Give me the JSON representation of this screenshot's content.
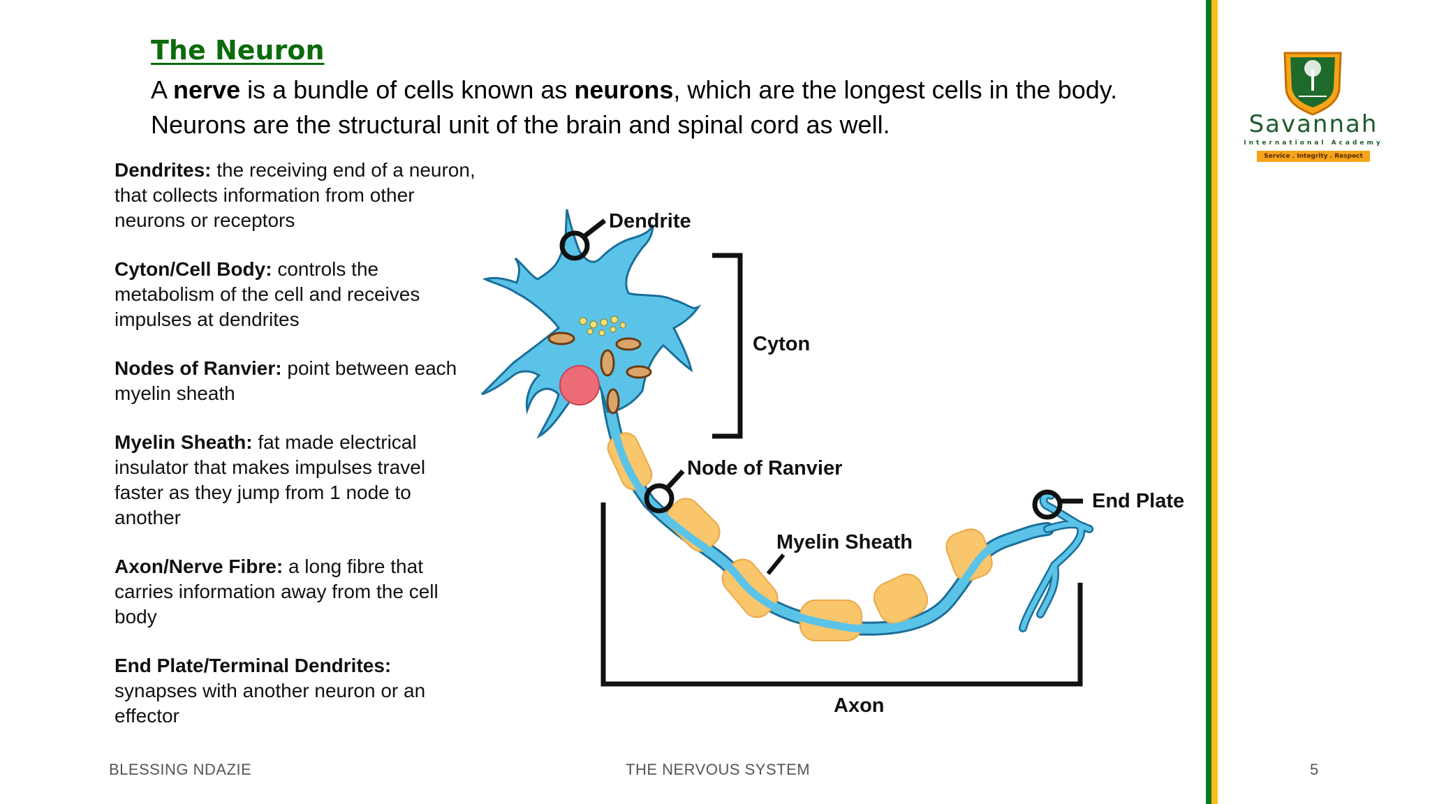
{
  "title": "The Neuron",
  "intro": {
    "line1_prefix": "A ",
    "line1_bold1": "nerve",
    "line1_mid": " is a bundle of cells known as ",
    "line1_bold2": "neurons",
    "line1_suffix": ", which are the longest cells in the body.",
    "line2": "Neurons are the structural unit of the brain and spinal cord as well."
  },
  "definitions": [
    {
      "term": "Dendrites:",
      "text": " the receiving end of a neuron, that collects information from other neurons or receptors"
    },
    {
      "term": "Cyton/Cell Body:",
      "text": " controls the metabolism of the cell and receives impulses at dendrites"
    },
    {
      "term": "Nodes of Ranvier:",
      "text": " point between each myelin sheath"
    },
    {
      "term": "Myelin Sheath:",
      "text": " fat made electrical insulator that makes impulses travel faster as they jump from 1 node to another"
    },
    {
      "term": "Axon/Nerve Fibre:",
      "text": " a long fibre that carries information away from the cell body"
    },
    {
      "term": "End Plate/Terminal Dendrites:",
      "text": " synapses with another neuron or an effector"
    }
  ],
  "diagram_labels": {
    "dendrite": "Dendrite",
    "cyton": "Cyton",
    "node_of_ranvier": "Node of Ranvier",
    "myelin_sheath": "Myelin Sheath",
    "end_plate": "End Plate",
    "axon": "Axon"
  },
  "logo": {
    "name": "Savannah",
    "subtitle": "International Academy",
    "motto": "Service . Integrity . Respect"
  },
  "footer": {
    "author": "BLESSING NDAZIE",
    "topic": "THE NERVOUS SYSTEM",
    "page": "5"
  },
  "colors": {
    "title_green": "#0c6b0c",
    "cell_blue": "#5bc3e8",
    "myelin_yellow": "#f9c66b",
    "nucleus_red": "#ee6b78",
    "bar_green": "#0d7a1a",
    "bar_yellow": "#f6c11a"
  }
}
